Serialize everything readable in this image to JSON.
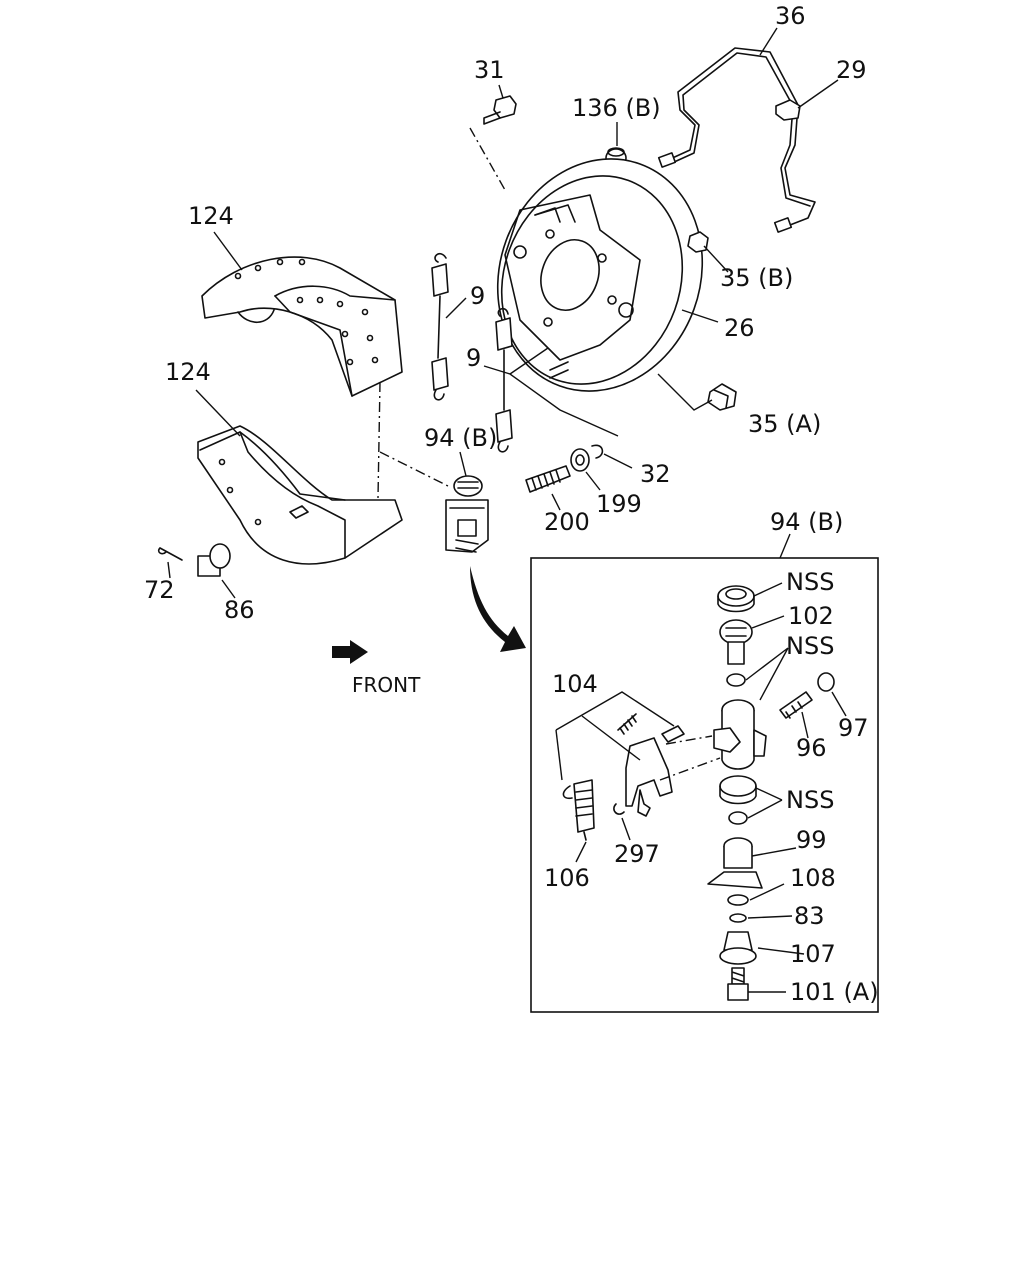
{
  "labels": {
    "l36": "36",
    "l29": "29",
    "l31": "31",
    "l136b": "136 (B)",
    "l124a": "124",
    "l124b": "124",
    "l9a": "9",
    "l9b": "9",
    "l35b": "35 (B)",
    "l26": "26",
    "l35a": "35 (A)",
    "l94b": "94 (B)",
    "l32": "32",
    "l199": "199",
    "l200": "200",
    "l72": "72",
    "l86": "86",
    "l94b_detail": "94 (B)",
    "front": "FRONT",
    "nss1": "NSS",
    "l102": "102",
    "nss2": "NSS",
    "l104": "104",
    "l97": "97",
    "l96": "96",
    "nss3": "NSS",
    "l99": "99",
    "l297": "297",
    "l106": "106",
    "l108": "108",
    "l83": "83",
    "l107": "107",
    "l101a": "101 (A)"
  }
}
